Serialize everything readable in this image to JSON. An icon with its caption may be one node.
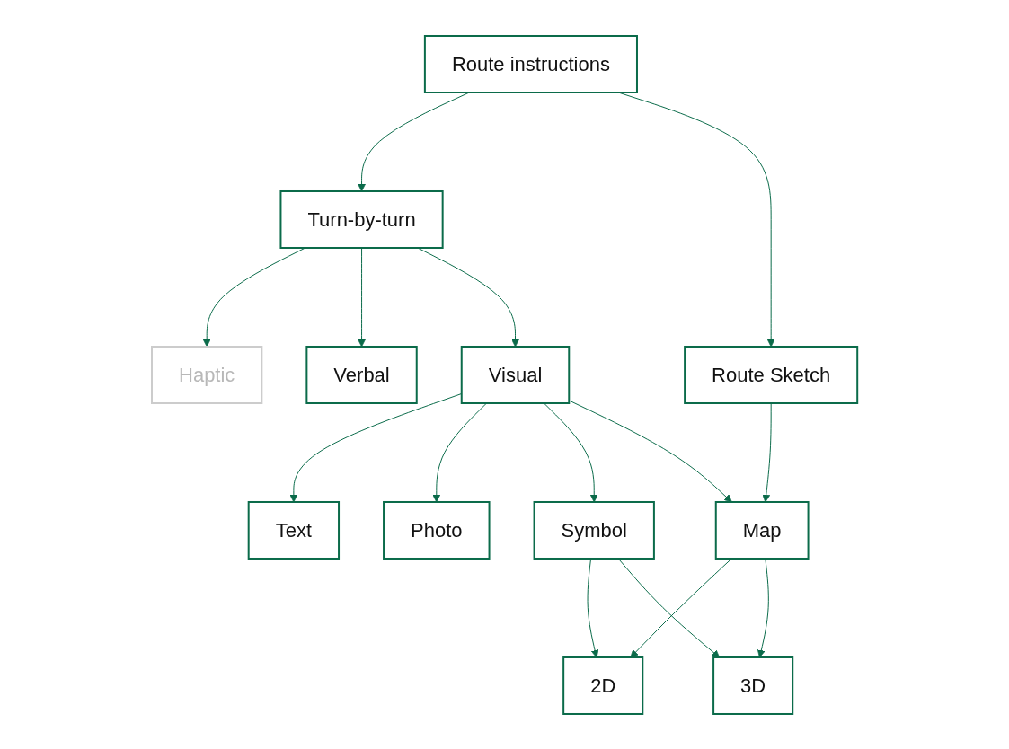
{
  "diagram": {
    "nodes": [
      {
        "text": [
          "Route instructions"
        ]
      },
      {
        "text": [
          "Turn-by-turn"
        ]
      },
      {
        "text": [
          "Route Sketch"
        ]
      },
      {
        "text": [
          "Haptic"
        ]
      },
      {
        "text": [
          "Verbal"
        ]
      },
      {
        "text": [
          "Visual"
        ]
      },
      {
        "text": [
          "Text"
        ]
      },
      {
        "text": [
          "Photo"
        ]
      },
      {
        "text": [
          "Symbol"
        ]
      },
      {
        "text": [
          "Map"
        ]
      },
      {
        "text": [
          "2D"
        ]
      },
      {
        "text": [
          "3D"
        ]
      }
    ],
    "edges": [
      {
        "from": 0,
        "to": 1,
        "arrow": "to"
      },
      {
        "from": 0,
        "to": 2,
        "arrow": "to"
      },
      {
        "from": 1,
        "to": 3,
        "arrow": "to"
      },
      {
        "from": 1,
        "to": 4,
        "arrow": "to"
      },
      {
        "from": 1,
        "to": 5,
        "arrow": "to"
      },
      {
        "from": 2,
        "to": 9,
        "arrow": "to"
      },
      {
        "from": 5,
        "to": 6,
        "arrow": "to"
      },
      {
        "from": 5,
        "to": 7,
        "arrow": "to"
      },
      {
        "from": 5,
        "to": 8,
        "arrow": "to"
      },
      {
        "from": 5,
        "to": 9,
        "arrow": "to"
      },
      {
        "from": 8,
        "to": 10,
        "arrow": "to"
      },
      {
        "from": 8,
        "to": 11,
        "arrow": "to"
      },
      {
        "from": 9,
        "to": 10,
        "arrow": "to"
      },
      {
        "from": 9,
        "to": 11,
        "arrow": "to"
      }
    ]
  }
}
